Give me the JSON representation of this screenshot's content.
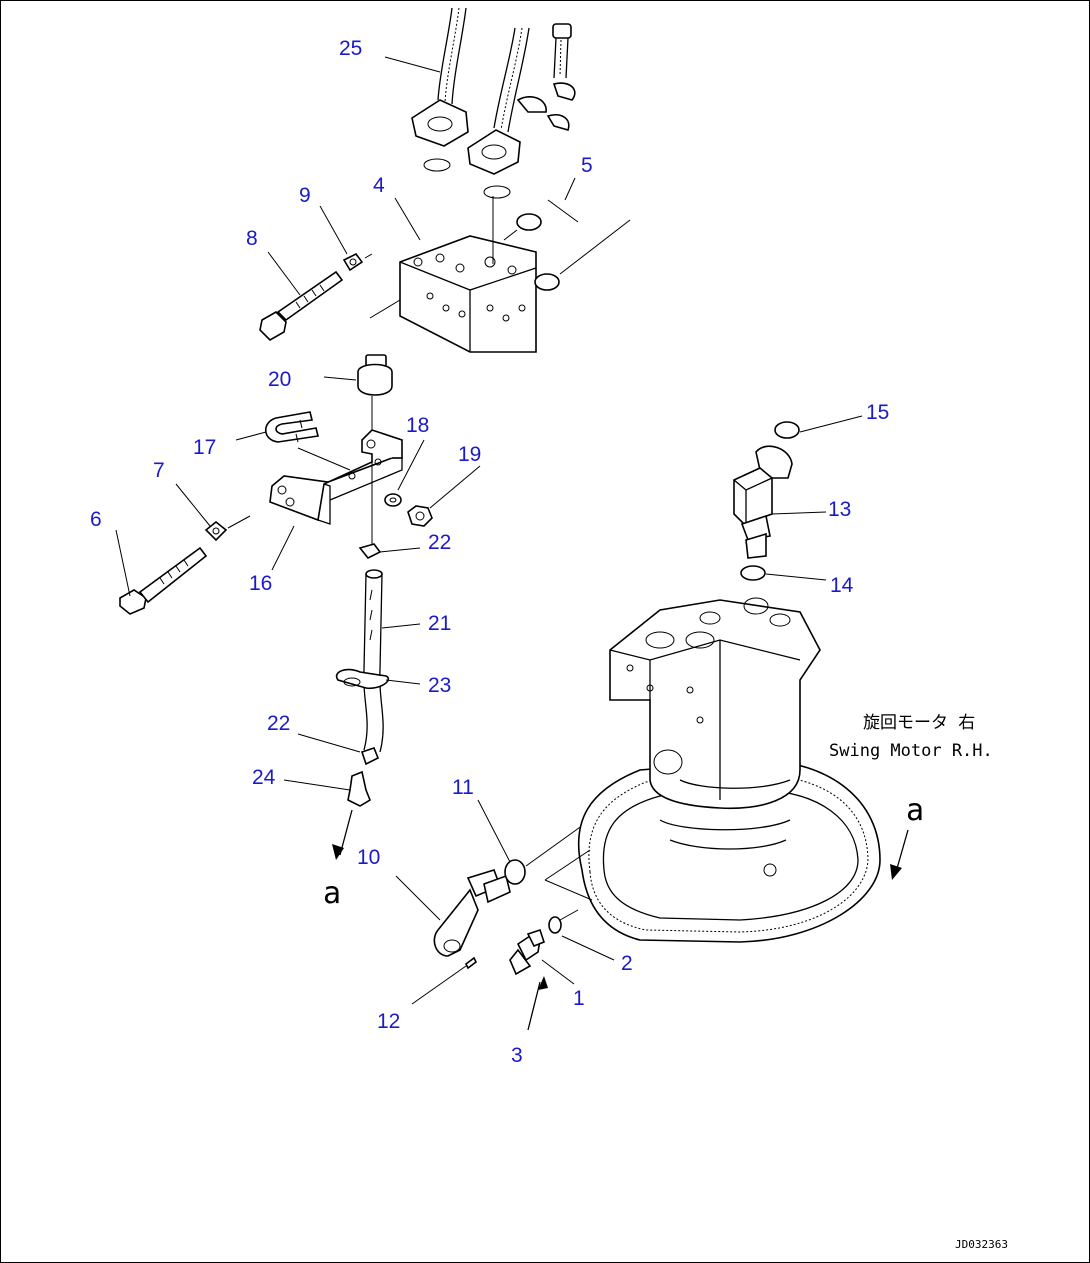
{
  "callouts": [
    {
      "id": "25",
      "label": "25"
    },
    {
      "id": "4",
      "label": "4"
    },
    {
      "id": "5",
      "label": "5"
    },
    {
      "id": "9",
      "label": "9"
    },
    {
      "id": "8",
      "label": "8"
    },
    {
      "id": "20",
      "label": "20"
    },
    {
      "id": "17",
      "label": "17"
    },
    {
      "id": "18",
      "label": "18"
    },
    {
      "id": "19",
      "label": "19"
    },
    {
      "id": "7",
      "label": "7"
    },
    {
      "id": "6",
      "label": "6"
    },
    {
      "id": "16",
      "label": "16"
    },
    {
      "id": "22a",
      "label": "22"
    },
    {
      "id": "21",
      "label": "21"
    },
    {
      "id": "23",
      "label": "23"
    },
    {
      "id": "22b",
      "label": "22"
    },
    {
      "id": "24",
      "label": "24"
    },
    {
      "id": "11",
      "label": "11"
    },
    {
      "id": "10",
      "label": "10"
    },
    {
      "id": "2",
      "label": "2"
    },
    {
      "id": "1",
      "label": "1"
    },
    {
      "id": "12",
      "label": "12"
    },
    {
      "id": "3",
      "label": "3"
    },
    {
      "id": "15",
      "label": "15"
    },
    {
      "id": "13",
      "label": "13"
    },
    {
      "id": "14",
      "label": "14"
    }
  ],
  "motor_label": {
    "japanese": "旋回モータ 右",
    "english": "Swing Motor R.H."
  },
  "arrow_marks": {
    "left": "a",
    "right": "a"
  },
  "document_id": "JD032363"
}
